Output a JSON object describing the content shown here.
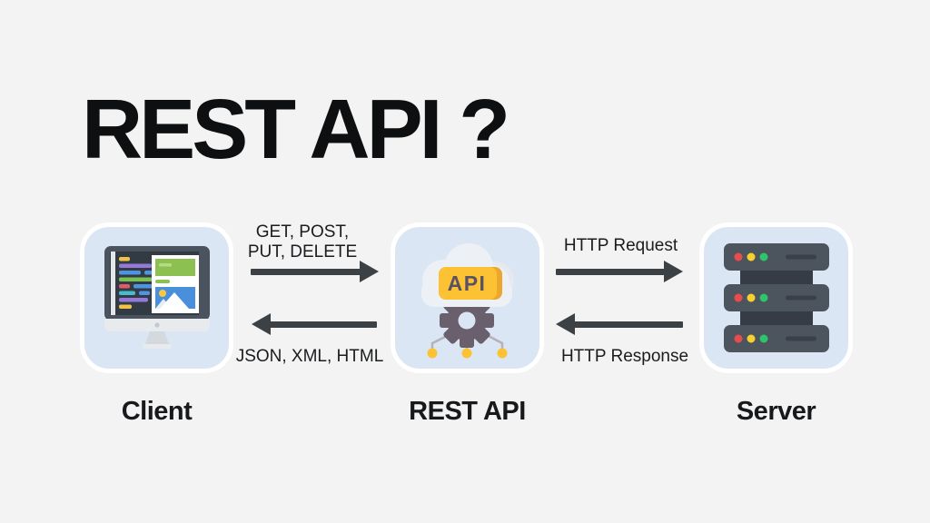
{
  "page": {
    "background": "#f2f3f2",
    "title": "REST API ?"
  },
  "nodes": [
    {
      "id": "client",
      "label": "Client",
      "icon": "monitor-browser-icon"
    },
    {
      "id": "rest-api",
      "label": "REST API",
      "icon": "api-cloud-gear-icon",
      "badge_text": "API"
    },
    {
      "id": "server",
      "label": "Server",
      "icon": "server-rack-icon"
    }
  ],
  "arrows": [
    {
      "id": "client-to-api",
      "direction": "right",
      "label_line1": "GET, POST,",
      "label_line2": "PUT, DELETE"
    },
    {
      "id": "api-to-client",
      "direction": "left",
      "label": "JSON, XML, HTML"
    },
    {
      "id": "api-to-server",
      "direction": "right",
      "label": "HTTP Request"
    },
    {
      "id": "server-to-api",
      "direction": "left",
      "label": "HTTP Response"
    }
  ],
  "colors": {
    "box_fill": "#dbe6f4",
    "box_border": "#ffffff",
    "arrow": "#3c4145",
    "text": "#17191c",
    "badge_yellow": "#fcc233",
    "badge_yellow_dark": "#eda62e",
    "gear_purple": "#695f6d",
    "cloud_white": "#edf1f5",
    "server_body": "#4c545e",
    "server_spine": "#353c45",
    "led_red": "#e84b50",
    "led_yellow": "#f8cf2e",
    "led_green": "#2dc46e",
    "code_bg": "#323a44",
    "browser_green": "#8cc152",
    "browser_blue": "#4a8fdc"
  }
}
